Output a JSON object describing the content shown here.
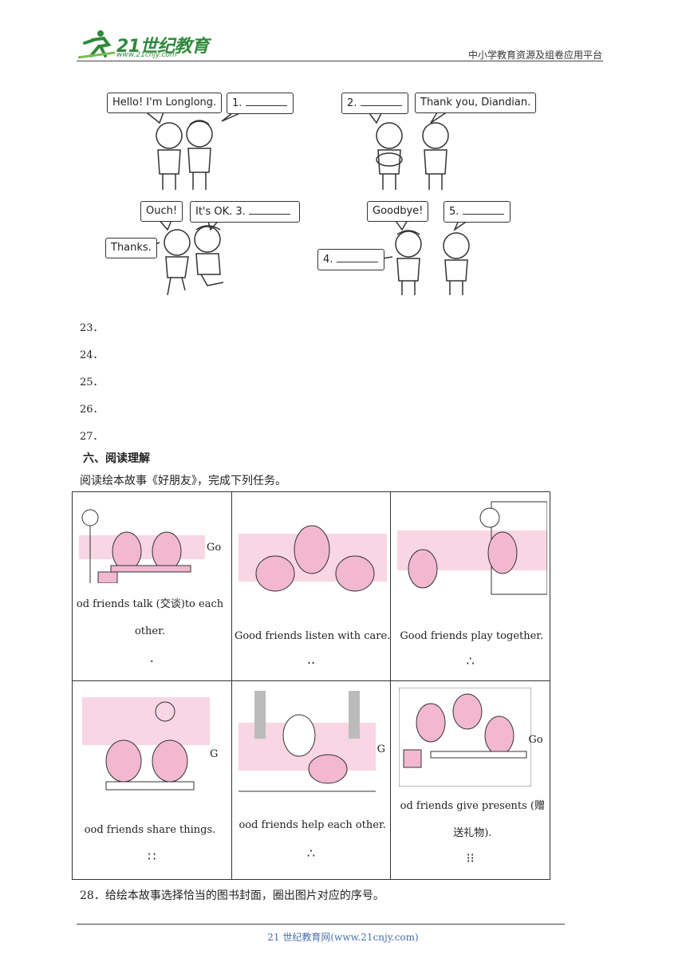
{
  "header": {
    "logo_text": "21世纪教育",
    "logo_sub": "www.21cnjy.com",
    "platform": "中小学教育资源及组卷应用平台"
  },
  "comic": {
    "bubbles": {
      "b1": "Hello! I'm Longlong.",
      "b2": "1. ",
      "b3": "2. ",
      "b4": "Thank you, Diandian.",
      "b5": "Ouch!",
      "b6": "It's OK. 3. ",
      "b7": "Thanks.",
      "b8": "Goodbye!",
      "b9": "5. ",
      "b10": "4. "
    }
  },
  "answers": [
    "23．",
    "24．",
    "25．",
    "26．",
    "27．"
  ],
  "section": {
    "title": "六、阅读理解",
    "instruction": "阅读绘本故事《好朋友》，完成下列任务。"
  },
  "story": {
    "c1": {
      "side": "Go",
      "caption": "od friends talk (交谈)to each other.",
      "mark": "."
    },
    "c2": {
      "caption": "Good friends listen with care.",
      "mark": ".."
    },
    "c3": {
      "caption": "Good friends play together.",
      "mark": "∴"
    },
    "c4": {
      "side": "G",
      "caption": "ood friends share things.",
      "mark": "∷"
    },
    "c5": {
      "side": "G",
      "caption": "ood friends help each other.",
      "mark": "∴"
    },
    "c6": {
      "side": "Go",
      "caption": "od friends give presents (赠送礼物).",
      "mark": "⁝⁝"
    }
  },
  "question28": "28．给绘本故事选择恰当的图书封面，圈出图片对应的序号。",
  "footer": "21 世纪教育网(www.21cnjy.com)",
  "colors": {
    "pink": "#f2b8cf",
    "light_pink": "#f8d6e3",
    "logo_green": "#2f8a3c",
    "footer_blue": "#4a6fb0"
  }
}
